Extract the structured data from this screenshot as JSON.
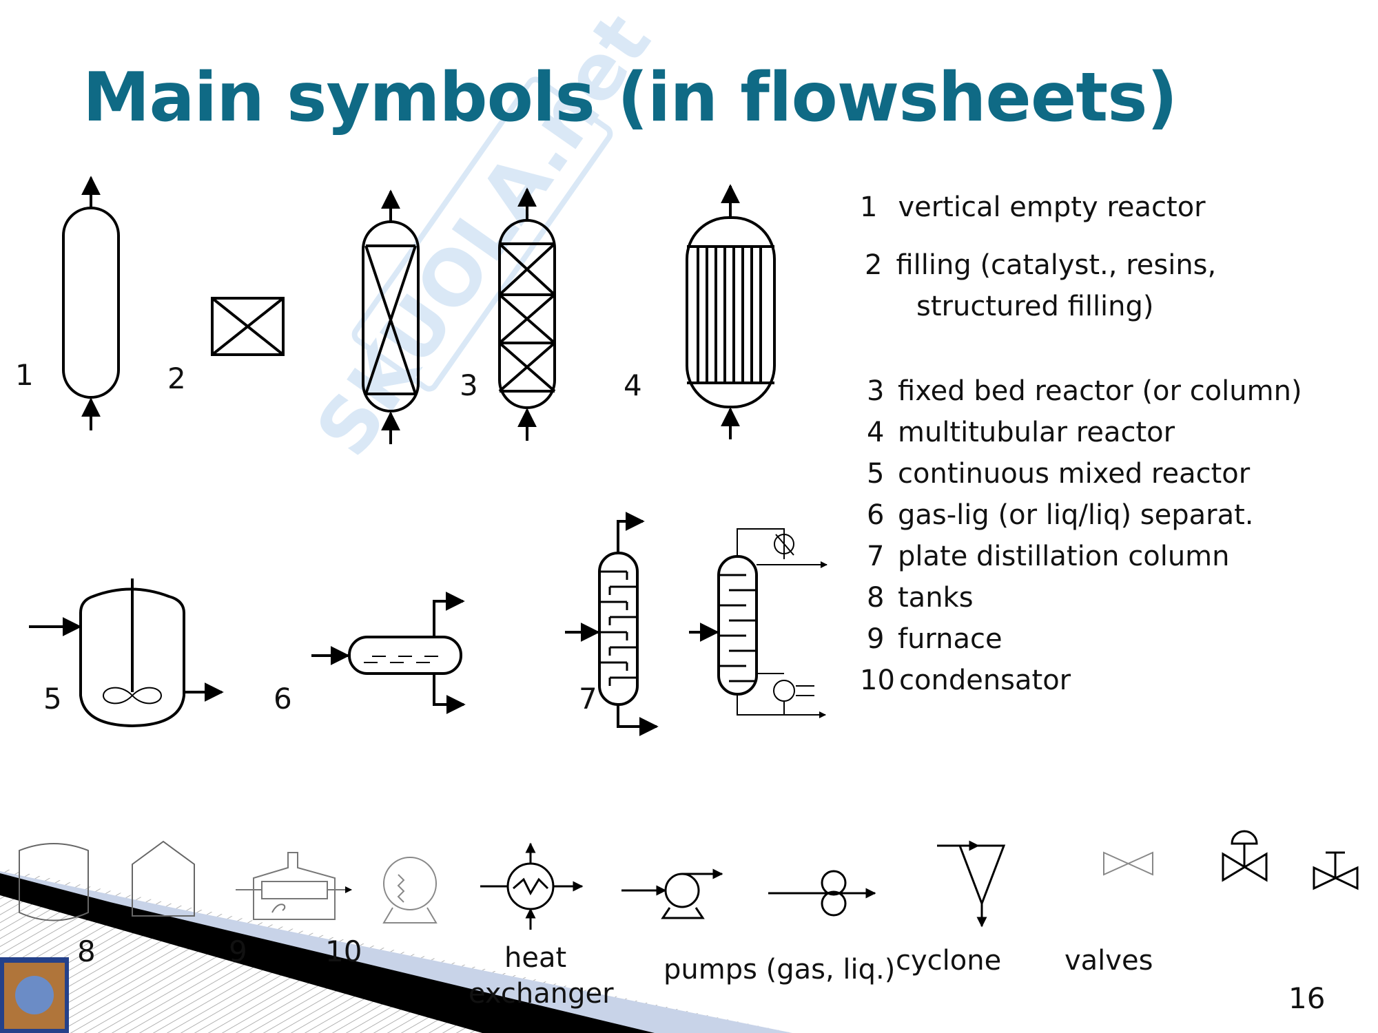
{
  "title": "Main symbols (in flowsheets)",
  "legend": [
    {
      "num": "1",
      "text": "vertical empty reactor"
    },
    {
      "num": "2",
      "text": "filling (catalyst., resins,"
    },
    {
      "num": "",
      "text": "structured filling)"
    },
    {
      "num": "3",
      "text": "fixed bed reactor (or column)"
    },
    {
      "num": "4",
      "text": "multitubular reactor"
    },
    {
      "num": "5",
      "text": "continuous mixed reactor"
    },
    {
      "num": "6",
      "text": "gas-lig (or liq/liq) separat."
    },
    {
      "num": "7",
      "text": "plate distillation column"
    },
    {
      "num": "8",
      "text": "tanks"
    },
    {
      "num": "9",
      "text": "furnace"
    },
    {
      "num": "10",
      "text": "condensator"
    }
  ],
  "symbol_numbers": {
    "n1": "1",
    "n2": "2",
    "n3": "3",
    "n4": "4",
    "n5": "5",
    "n6": "6",
    "n7": "7",
    "n8": "8",
    "n9": "9",
    "n10": "10"
  },
  "captions": {
    "heat_exchanger_1": "heat",
    "heat_exchanger_2": "exchanger",
    "pumps": "pumps (gas, liq.)",
    "cyclone": "cyclone",
    "valves": "valves"
  },
  "page_number": "16",
  "watermark": "SKUOLA.net",
  "colors": {
    "title": "#0f6a85",
    "watermark": "#bcd7ef",
    "stroke": "#000000"
  }
}
